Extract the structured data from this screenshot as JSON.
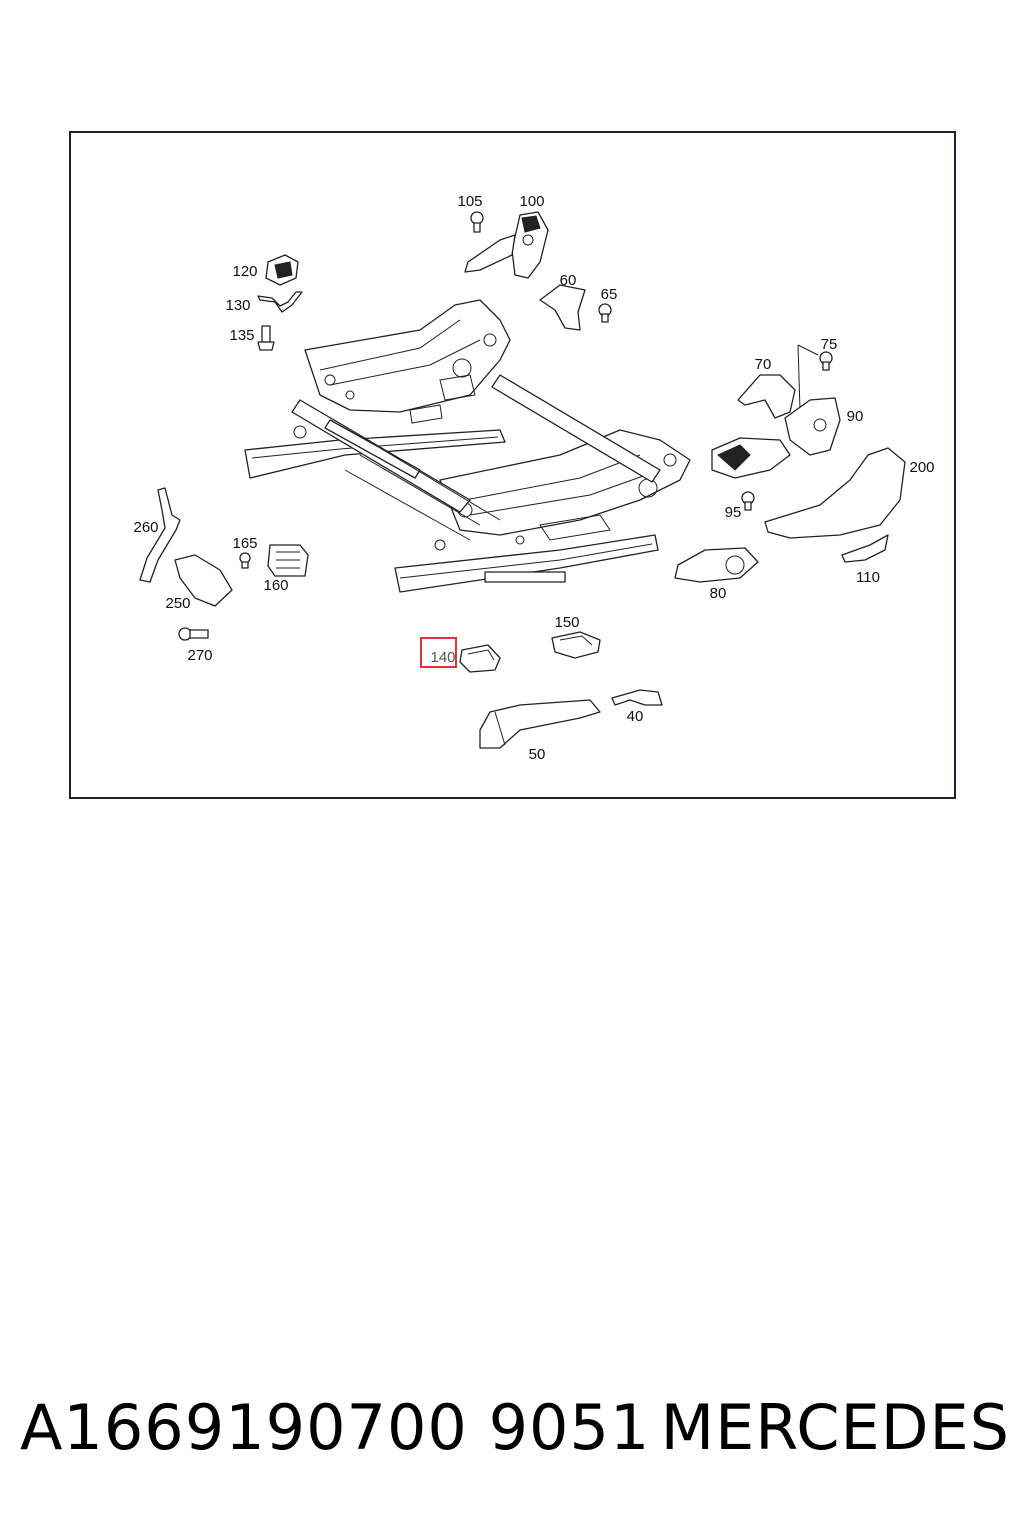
{
  "diagram": {
    "highlighted_part": "140",
    "labels": {
      "p105": "105",
      "p100": "100",
      "p120": "120",
      "p130": "130",
      "p135": "135",
      "p60": "60",
      "p65": "65",
      "p75": "75",
      "p70": "70",
      "p90": "90",
      "p200": "200",
      "p95": "95",
      "p260": "260",
      "p165": "165",
      "p160": "160",
      "p250": "250",
      "p270": "270",
      "p80": "80",
      "p110": "110",
      "p150": "150",
      "p140": "140",
      "p40": "40",
      "p50": "50"
    }
  },
  "footer": {
    "part_number": "A1669190700 9051",
    "brand": "MERCEDES"
  },
  "colors": {
    "highlight": "#e0333a",
    "frame": "#1f1f3a"
  }
}
